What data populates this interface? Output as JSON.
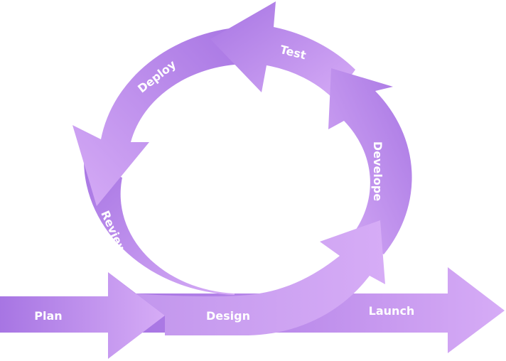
{
  "diagram": {
    "type": "process-cycle",
    "colors": {
      "dark": "#a775e3",
      "mid": "#bb8cea",
      "light": "#d6acf6",
      "text": "#ffffff",
      "background": "#ffffff"
    },
    "linear": {
      "plan": "Plan",
      "design": "Design",
      "launch": "Launch"
    },
    "cycle": {
      "develope": "Develope",
      "test": "Test",
      "deploy": "Deploy",
      "review": "Review"
    },
    "flow_order": [
      "Plan",
      "Design",
      "Develope",
      "Test",
      "Deploy",
      "Review",
      "Design",
      "Launch"
    ]
  }
}
